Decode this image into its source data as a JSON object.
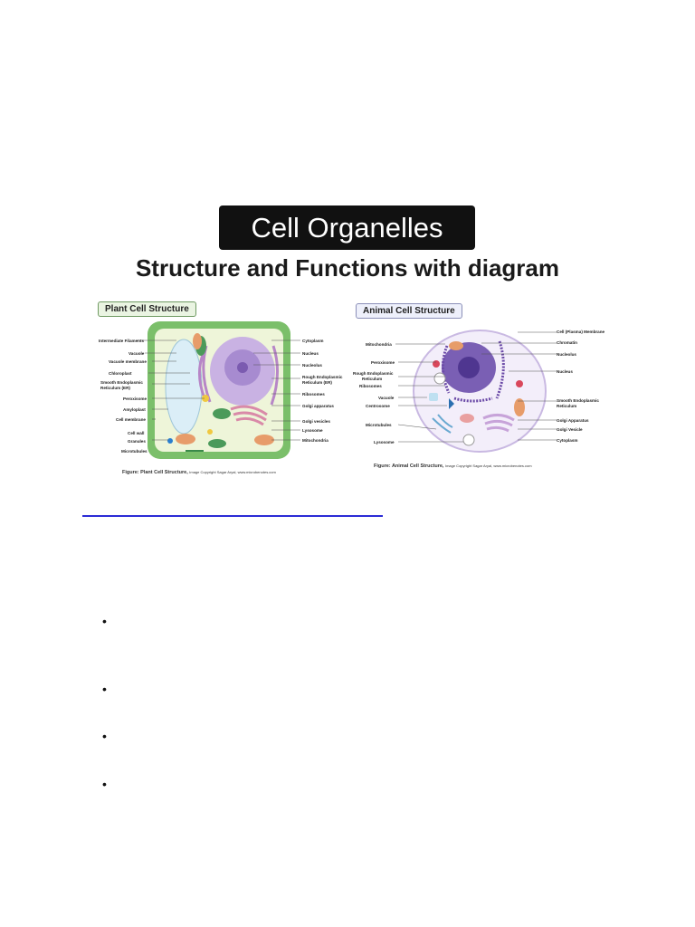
{
  "header": {
    "title": "Cell Organelles",
    "subtitle": "Structure and Functions with diagram"
  },
  "plant": {
    "panel_title": "Plant Cell Structure",
    "left_labels": [
      "Intermediate Filaments",
      "Vacuole",
      "Vacuole membrane",
      "Chloroplast",
      "Smooth Endoplasmic",
      "Reticulum (ER)",
      "Peroxisome",
      "Amyloplast",
      "Cell membrane",
      "Cell wall",
      "Granules",
      "Microtubules"
    ],
    "right_labels": [
      "Cytoplasm",
      "Nucleus",
      "Nucleolus",
      "Rough Endoplasmic",
      "Reticulum (ER)",
      "Ribosomes",
      "Golgi apparatus",
      "Golgi vesicles",
      "Lysosome",
      "Mitochondria"
    ],
    "figure_caption": "Figure: Plant Cell Structure,",
    "figure_credit": "Image Copyright Sagar Aryal, www.microbenotes.com"
  },
  "animal": {
    "panel_title": "Animal Cell Structure",
    "left_labels": [
      "Mitochondria",
      "Peroxisome",
      "Rough Endoplasmic",
      "Reticulum",
      "Ribosomes",
      "Vacuole",
      "Centrosome",
      "Microtubules",
      "Lysosome"
    ],
    "right_labels": [
      "Cell (Plasma) Membrane",
      "Chromatin",
      "Nucleolus",
      "Nucleus",
      "Smooth Endoplasmic",
      "Reticulum",
      "Golgi Apparatus",
      "Golgi Vesicle",
      "Cytoplasm"
    ],
    "figure_caption": "Figure: Animal Cell Structure,",
    "figure_credit": "Image Copyright Sagar Aryal, www.microbenotes.com"
  },
  "bullets": [
    "",
    "",
    "",
    ""
  ],
  "colors": {
    "title_bg": "#111111",
    "plant_wall": "#7bbf6a",
    "plant_cytoplasm": "#eef5d9",
    "nucleus": "#a78bd0",
    "animal_cytoplasm": "#f3eefa",
    "link": "#2b2bd6"
  }
}
